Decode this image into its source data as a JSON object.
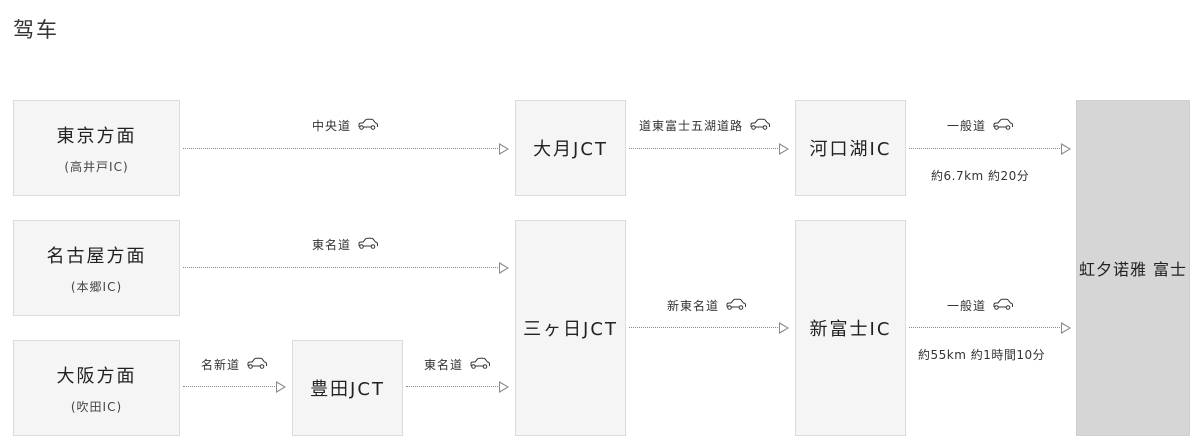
{
  "title": "驾车",
  "nodes": {
    "tokyo": {
      "name": "東京方面",
      "sub": "(高井戸IC)"
    },
    "nagoya": {
      "name": "名古屋方面",
      "sub": "(本郷IC)"
    },
    "osaka": {
      "name": "大阪方面",
      "sub": "(吹田IC)"
    },
    "otsuki": {
      "name": "大月JCT"
    },
    "kawaguchiko": {
      "name": "河口湖IC"
    },
    "mikkabi": {
      "name": "三ヶ日JCT"
    },
    "toyota": {
      "name": "豊田JCT"
    },
    "shinfuji": {
      "name": "新富士IC"
    },
    "destination": {
      "name": "虹夕诺雅 富士"
    }
  },
  "roads": {
    "tokyo_otsuki": "中央道",
    "otsuki_kawaguchiko": "道東富士五湖道路",
    "kawaguchiko_dest": "一般道",
    "nagoya_mikkabi": "東名道",
    "osaka_toyota": "名新道",
    "toyota_mikkabi": "東名道",
    "mikkabi_shinfuji": "新東名道",
    "shinfuji_dest": "一般道"
  },
  "notes": {
    "kawaguchiko_dest": "約6.7km 約20分",
    "shinfuji_dest": "約55km 約1時間10分"
  },
  "icons": {
    "road": "car-icon"
  }
}
